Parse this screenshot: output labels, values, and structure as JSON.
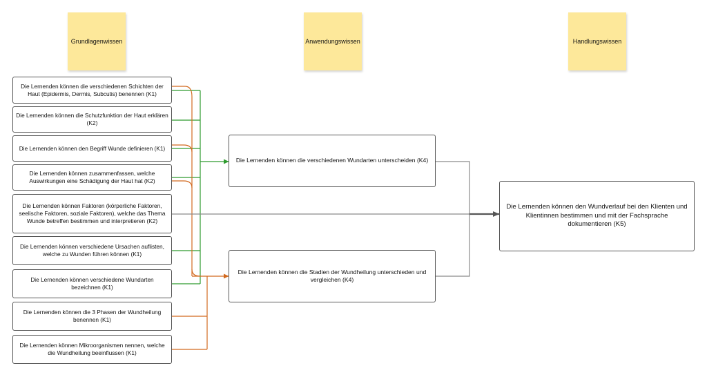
{
  "headers": {
    "grundlagen": "Grundlagenwissen",
    "anwendung": "Anwendungswissen",
    "handlung": "Handlungswissen"
  },
  "left_boxes": [
    "Die Lernenden können die verschiedenen Schichten der Haut (Epidermis, Dermis, Subcutis) benennen (K1)",
    "Die Lernenden können die Schutzfunktion der Haut erklären (K2)",
    "Die Lernenden können den Begriff Wunde definieren (K1)",
    "Die Lernenden können zusammenfassen, welche Auswirkungen eine Schädigung der Haut hat (K2)",
    "Die Lernenden können Faktoren (körperliche Faktoren, seelische Faktoren, soziale Faktoren), welche das Thema Wunde betreffen bestimmen und interpretieren (K2)",
    "Die Lernenden können verschiedene Ursachen auflisten, welche zu Wunden führen können (K1)",
    "Die Lernenden können verschiedene Wundarten bezeichnen (K1)",
    "Die Lernenden können die 3 Phasen der Wundheilung benennen (K1)",
    "Die Lernenden können Mikroorganismen nennen, welche die Wundheilung beeinflussen (K1)"
  ],
  "middle_boxes": [
    "Die Lernenden können die verschiedenen Wundarten unterscheiden (K4)",
    "Die Lernenden können die Stadien der Wundheilung unterschieden und vergleichen (K4)"
  ],
  "right_box": "Die Lernenden können den Wundverlauf bei den Klienten und Klientinnen bestimmen und mit der Fachsprache dokumentieren (K5)",
  "colors": {
    "sticky": "#fde89a",
    "green_connector": "#2e9b2e",
    "orange_connector": "#d2691e",
    "gray_connector": "#8a8a8a",
    "dark_arrow": "#555555"
  }
}
